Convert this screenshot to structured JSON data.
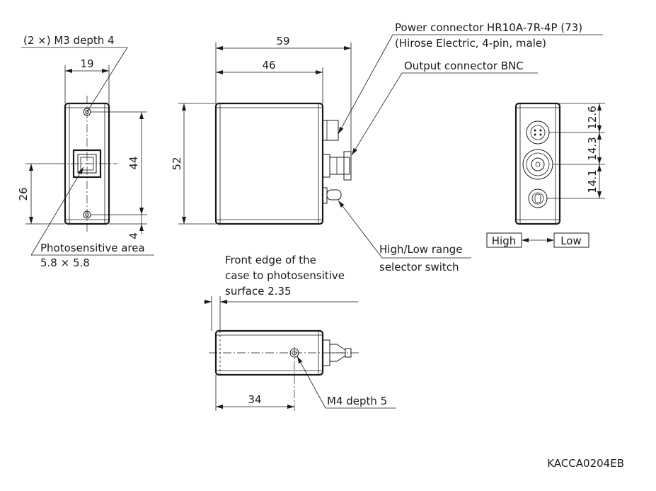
{
  "labels": {
    "m3": "(2 ×) M3 depth 4",
    "power_line1": "Power connector HR10A-7R-4P (73)",
    "power_line2": "(Hirose Electric, 4-pin, male)",
    "output": "Output connector BNC",
    "photo_line1": "Photosensitive area",
    "photo_line2": "5.8 × 5.8",
    "switch_line1": "High/Low range",
    "switch_line2": "selector switch",
    "front_line1": "Front edge of the",
    "front_line2": "case to photosensitive",
    "front_line3": "surface 2.35",
    "m4": "M4 depth 5",
    "high": "High",
    "low": "Low",
    "code": "KACCA0204EB"
  },
  "dims": {
    "d19": "19",
    "d44": "44",
    "d26": "26",
    "d4": "4",
    "d59": "59",
    "d46": "46",
    "d52": "52",
    "d34": "34",
    "d12_6": "12.6",
    "d14_3": "14.3",
    "d14_1": "14.1"
  }
}
